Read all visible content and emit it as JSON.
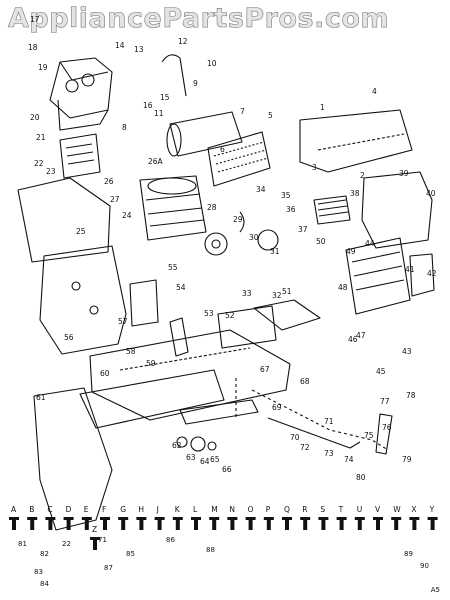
{
  "watermark": "AppliancePartsPros.com",
  "page_code": "A5",
  "callouts": [
    "17",
    "18",
    "19",
    "14",
    "13",
    "12",
    "10",
    "9",
    "15",
    "16",
    "20",
    "21",
    "22",
    "23",
    "24",
    "25",
    "26",
    "26A",
    "27",
    "1",
    "2",
    "3",
    "4",
    "5",
    "6",
    "7",
    "8",
    "11",
    "28",
    "29",
    "30",
    "31",
    "32",
    "33",
    "34",
    "35",
    "36",
    "37",
    "38",
    "39",
    "40",
    "41",
    "42",
    "43",
    "44",
    "45",
    "46",
    "47",
    "48",
    "49",
    "50",
    "51",
    "52",
    "53",
    "54",
    "55",
    "56",
    "57",
    "58",
    "59",
    "60",
    "61",
    "62",
    "63",
    "64",
    "65",
    "66",
    "67",
    "68",
    "69",
    "70",
    "71",
    "72",
    "73",
    "74",
    "75",
    "76",
    "77",
    "78",
    "79",
    "80"
  ],
  "hardware_letters": [
    "A",
    "B",
    "C",
    "D",
    "E",
    "F",
    "G",
    "H",
    "J",
    "K",
    "L",
    "M",
    "N",
    "O",
    "P",
    "Q",
    "R",
    "S",
    "T",
    "U",
    "V",
    "W",
    "X",
    "Y",
    "Z"
  ],
  "hardware_numbers": [
    "81",
    "82",
    "22",
    "83",
    "84",
    "71",
    "85",
    "86",
    "87",
    "88",
    "89",
    "90"
  ]
}
